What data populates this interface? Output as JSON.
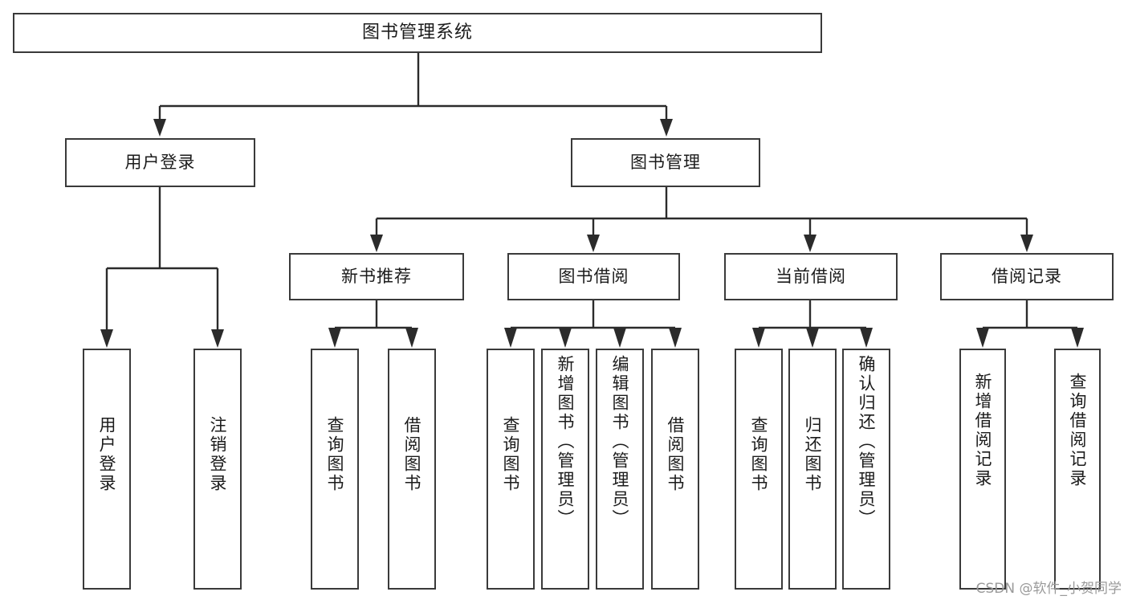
{
  "diagram": {
    "title": "图书管理系统",
    "type": "tree",
    "watermark": "CSDN @软件_小贺同学",
    "root": {
      "label": "图书管理系统"
    },
    "level1": [
      {
        "label": "用户登录"
      },
      {
        "label": "图书管理"
      }
    ],
    "level2": [
      {
        "label": "新书推荐"
      },
      {
        "label": "图书借阅"
      },
      {
        "label": "当前借阅"
      },
      {
        "label": "借阅记录"
      }
    ],
    "leaves": {
      "user_login": [
        {
          "label": "用户登录"
        },
        {
          "label": "注销登录"
        }
      ],
      "new_book_recommend": [
        {
          "label": "查询图书"
        },
        {
          "label": "借阅图书"
        }
      ],
      "book_borrow": [
        {
          "label": "查询图书"
        },
        {
          "label": "新增图书（管理员）"
        },
        {
          "label": "编辑图书（管理员）"
        },
        {
          "label": "借阅图书"
        }
      ],
      "current_borrow": [
        {
          "label": "查询图书"
        },
        {
          "label": "归还图书"
        },
        {
          "label": "确认归还（管理员）"
        }
      ],
      "borrow_record": [
        {
          "label": "新增借阅记录"
        },
        {
          "label": "查询借阅记录"
        }
      ]
    },
    "colors": {
      "box_border": "#3a3a3a",
      "line": "#2b2b2b",
      "text": "#1b1b1b",
      "background": "#ffffff",
      "watermark": "#9a9a9a"
    }
  }
}
